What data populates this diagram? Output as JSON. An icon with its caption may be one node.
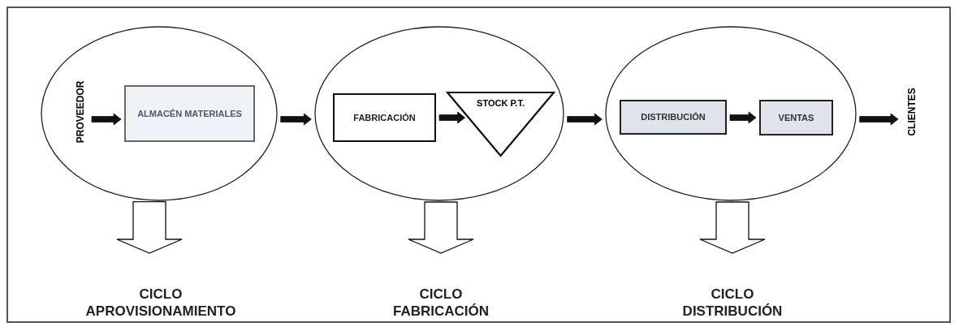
{
  "diagram": {
    "nodes": [
      {
        "text": [],
        "shape": "circle"
      },
      {
        "text": [
          "PROVEEDOR"
        ],
        "in": 0
      },
      {
        "text": [
          "ALMACÉN MATERIALES"
        ],
        "in": 0
      },
      {
        "text": [],
        "shape": "circle"
      },
      {
        "text": [
          "FABRICACIÓN"
        ],
        "in": 3
      },
      {
        "text": [
          "STOCK P.T."
        ],
        "in": 3
      },
      {
        "text": [],
        "shape": "circle"
      },
      {
        "text": [
          "DISTRIBUCIÓN"
        ],
        "in": 6
      },
      {
        "text": [
          "VENTAS"
        ],
        "in": 6
      },
      {
        "text": [
          "CLIENTES"
        ]
      },
      {
        "text": [
          "CICLO APROVISIONAMIENTO"
        ]
      },
      {
        "text": [
          "CICLO FABRICACIÓN"
        ]
      },
      {
        "text": [
          "CICLO DISTRIBUCIÓN"
        ]
      }
    ],
    "edges": [
      {
        "from": 1,
        "to": 2,
        "arrow": "to"
      },
      {
        "from": 0,
        "to": 3,
        "arrow": "to"
      },
      {
        "from": 4,
        "to": 5,
        "arrow": "to"
      },
      {
        "from": 3,
        "to": 6,
        "arrow": "to"
      },
      {
        "from": 7,
        "to": 8,
        "arrow": "to"
      },
      {
        "from": 6,
        "to": 9,
        "arrow": "to"
      },
      {
        "from": 0,
        "to": 10,
        "arrow": "to",
        "style": "thick"
      },
      {
        "from": 3,
        "to": 11,
        "arrow": "to",
        "style": "thick"
      },
      {
        "from": 6,
        "to": 12,
        "arrow": "to",
        "style": "thick"
      }
    ]
  }
}
